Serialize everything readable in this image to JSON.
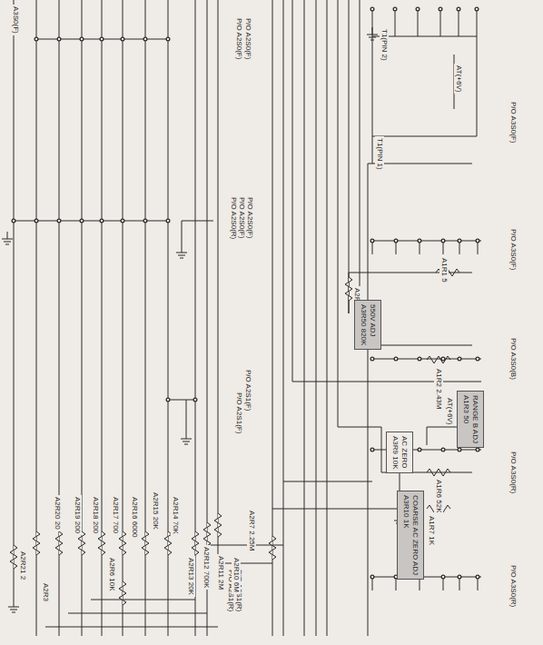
{
  "diagram": {
    "nodes": [
      {
        "text": [
          "550V ADJ",
          "A3R50 820K"
        ]
      },
      {
        "text": [
          "RANGE B ADJ",
          "A1R3 50"
        ]
      },
      {
        "text": [
          "AC ZERO",
          "A3R9 10K"
        ]
      },
      {
        "text": [
          "COARSE AC ZERO ADJ",
          "A3R10 1K"
        ]
      }
    ],
    "labels": [
      "A3S0(F)",
      "P/O A3S0(F)",
      "T1(PIN 2)",
      "AT(+6V)",
      "T1(PIN 1)",
      "P/O A2S0(F)",
      "P/O A2S0(F)",
      "P/O A3S0(F)",
      "P/O A2S0(F)",
      "P/O A2S0(F)",
      "P/O A2S0(R)",
      "A1R1 5",
      "A2R4 81M",
      "P/O A3S0(B)",
      "A1R2 2.43M",
      "AT(+6V)",
      "P/O A3S0(R)",
      "P/O A2S1(F)",
      "P/O A2S1(F)",
      "A1R6 52K",
      "A1R7 1K",
      "P/O A3S0(R)",
      "P/O A2S1(R)",
      "P/O A2S1(R)",
      "A2R7 2.25M",
      "A2R10 6M",
      "A2R11 2M",
      "A2R12 700K",
      "A2R13 20K",
      "A2R14 70K",
      "A2R15 20K",
      "A2R16 6000",
      "A2R17 700",
      "A2R18 200",
      "A2R19 200",
      "A2R20 20",
      "A2R21 2",
      "A2R3",
      "A2R6 10K"
    ]
  }
}
